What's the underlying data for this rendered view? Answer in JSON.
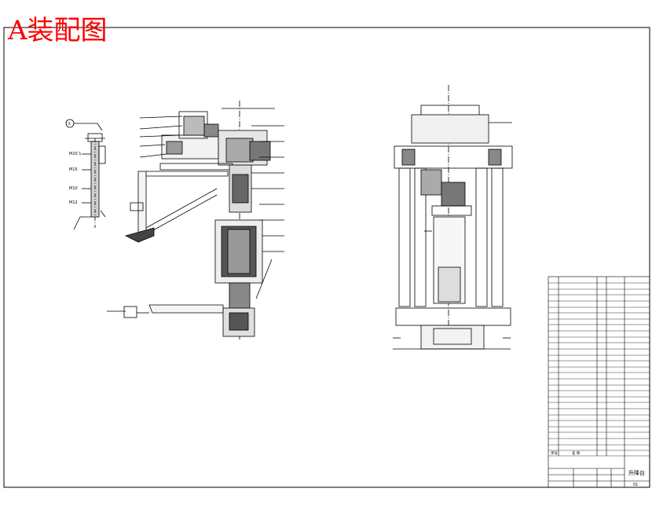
{
  "sheet": {
    "title": "A装配图",
    "title_color": "#ff0000",
    "line_color": "#000000"
  },
  "views": {
    "detail_marker": "①",
    "detail_texts": [
      "M20 1",
      "M15",
      "M10",
      "M12"
    ]
  },
  "title_block": {
    "drawing_name": "升降台",
    "header_no": "序号",
    "header_name": "名 称",
    "sheet_no": "01"
  }
}
